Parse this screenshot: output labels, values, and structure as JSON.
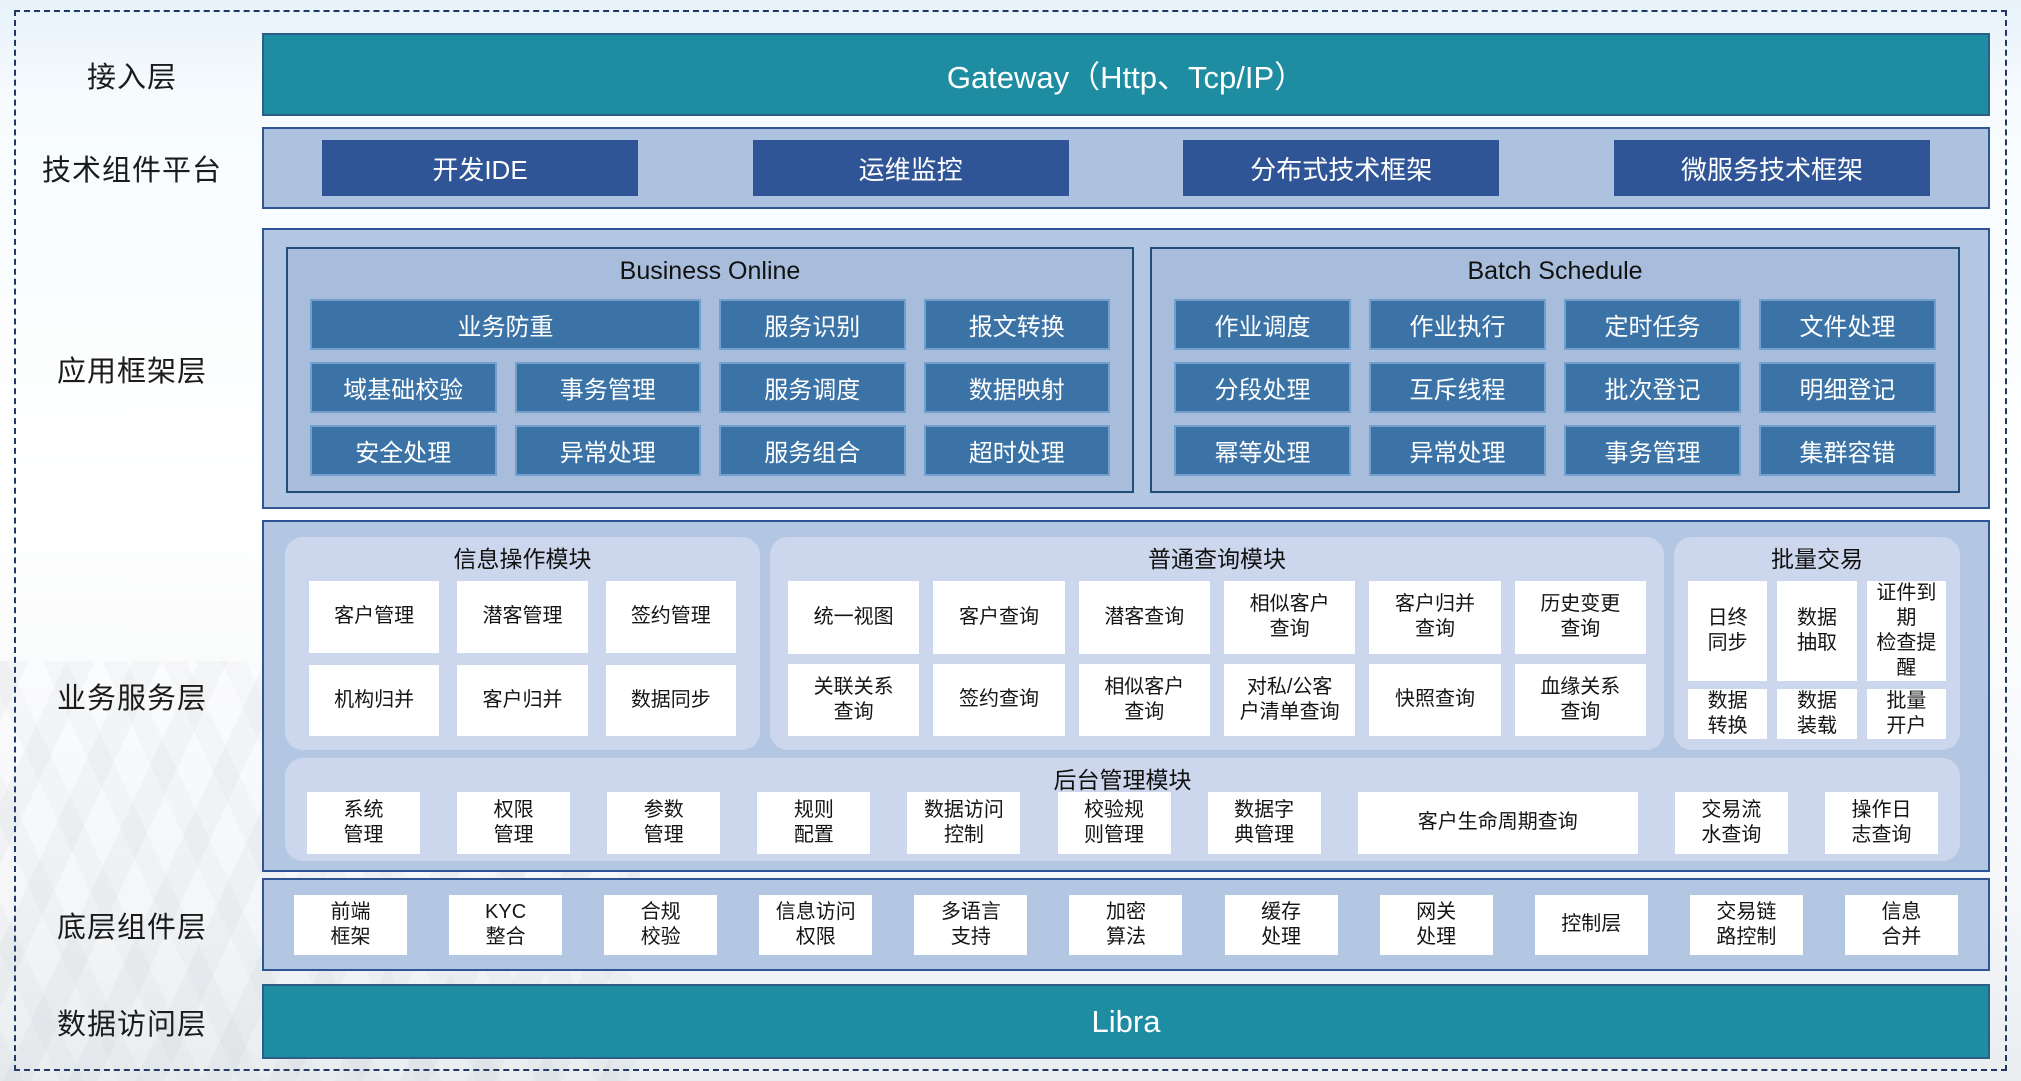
{
  "colors": {
    "teal": "#1e8ca1",
    "dark_blue": "#2f5597",
    "panel_blue": "#a8bddb",
    "container_blue": "#b4c7e2",
    "light_panel": "#ccd7ed",
    "box_blue": "#3b73a7",
    "frame_dash": "#1f3864"
  },
  "layers": {
    "access": {
      "label": "接入层",
      "content": "Gateway（Http、Tcp/IP）"
    },
    "tech": {
      "label": "技术组件平台",
      "items": [
        "开发IDE",
        "运维监控",
        "分布式技术框架",
        "微服务技术框架"
      ]
    },
    "framework": {
      "label": "应用框架层",
      "business_online": {
        "title": "Business Online",
        "items": [
          {
            "label": "业务防重",
            "span": 2
          },
          "服务识别",
          "报文转换",
          "域基础校验",
          "事务管理",
          "服务调度",
          "数据映射",
          "安全处理",
          "异常处理",
          "服务组合",
          "超时处理"
        ]
      },
      "batch_schedule": {
        "title": "Batch Schedule",
        "items": [
          "作业调度",
          "作业执行",
          "定时任务",
          "文件处理",
          "分段处理",
          "互斥线程",
          "批次登记",
          "明细登记",
          "幂等处理",
          "异常处理",
          "事务管理",
          "集群容错"
        ]
      }
    },
    "services": {
      "label": "业务服务层",
      "info_ops": {
        "title": "信息操作模块",
        "items": [
          "客户管理",
          "潜客管理",
          "签约管理",
          "机构归并",
          "客户归并",
          "数据同步"
        ]
      },
      "query": {
        "title": "普通查询模块",
        "items": [
          "统一视图",
          "客户查询",
          "潜客查询",
          "相似客户\n查询",
          "客户归并\n查询",
          "历史变更\n查询",
          "关联关系\n查询",
          "签约查询",
          "相似客户\n查询",
          "对私/公客\n户清单查询",
          "快照查询",
          "血缘关系\n查询"
        ]
      },
      "batch_trade": {
        "title": "批量交易",
        "items": [
          "日终\n同步",
          "数据\n抽取",
          "证件到期\n检查提醒",
          "数据\n转换",
          "数据\n装载",
          "批量\n开户"
        ]
      },
      "admin": {
        "title": "后台管理模块",
        "items": [
          "系统\n管理",
          "权限\n管理",
          "参数\n管理",
          "规则\n配置",
          "数据访问\n控制",
          "校验规\n则管理",
          "数据字\n典管理",
          {
            "label": "客户生命周期查询",
            "wide": true
          },
          "交易流\n水查询",
          "操作日\n志查询"
        ]
      }
    },
    "base_components": {
      "label": "底层组件层",
      "items": [
        "前端\n框架",
        "KYC\n整合",
        "合规\n校验",
        "信息访问\n权限",
        "多语言\n支持",
        "加密\n算法",
        "缓存\n处理",
        "网关\n处理",
        "控制层",
        "交易链\n路控制",
        "信息\n合并"
      ]
    },
    "data_access": {
      "label": "数据访问层",
      "content": "Libra"
    }
  }
}
